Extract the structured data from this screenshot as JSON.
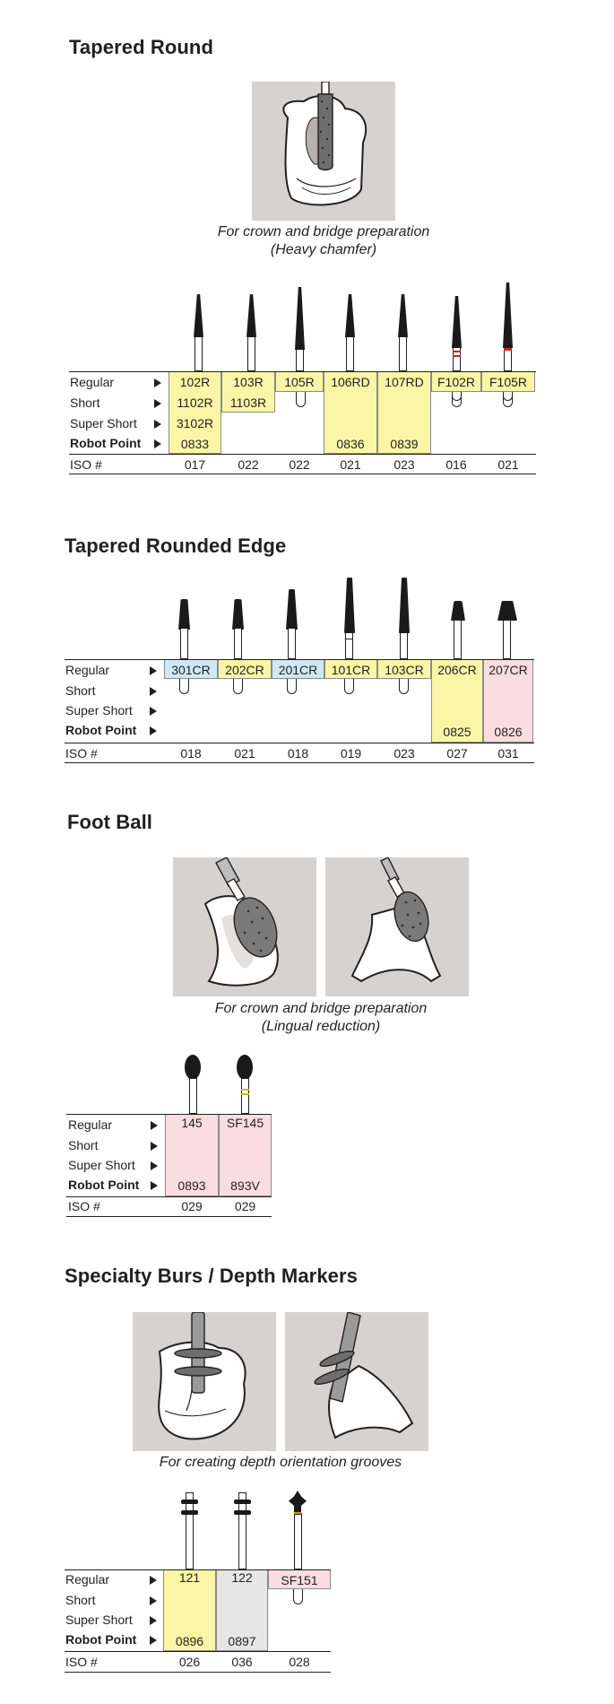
{
  "row_labels": {
    "regular": "Regular",
    "short": "Short",
    "super_short": "Super Short",
    "robot_point": "Robot Point",
    "iso": "ISO #"
  },
  "sections": {
    "tapered_round": {
      "title": "Tapered Round",
      "caption": [
        "For crown and bridge preparation",
        "(Heavy chamfer)"
      ],
      "columns": [
        {
          "regular": "102R",
          "short": "1102R",
          "super_short": "3102R",
          "robot": "0833",
          "iso": "017",
          "color": "#fbf6a6"
        },
        {
          "regular": "103R",
          "short": "1103R",
          "super_short": "",
          "robot": "",
          "iso": "022",
          "color": "#fbf6a6"
        },
        {
          "regular": "105R",
          "short": "",
          "super_short": "",
          "robot": "",
          "iso": "022",
          "color": "#fbf6a6"
        },
        {
          "regular": "106RD",
          "short": "",
          "super_short": "",
          "robot": "0836",
          "iso": "021",
          "color": "#fbf6a6"
        },
        {
          "regular": "107RD",
          "short": "",
          "super_short": "",
          "robot": "0839",
          "iso": "023",
          "color": "#fbf6a6"
        },
        {
          "regular": "F102R",
          "short": "",
          "super_short": "",
          "robot": "",
          "iso": "016",
          "color": "#fbf6a6"
        },
        {
          "regular": "F105R",
          "short": "",
          "super_short": "",
          "robot": "",
          "iso": "021",
          "color": "#fbf6a6"
        }
      ]
    },
    "tapered_rounded_edge": {
      "title": "Tapered Rounded Edge",
      "columns": [
        {
          "regular": "301CR",
          "robot": "",
          "iso": "018",
          "color": "#cfe8f5"
        },
        {
          "regular": "202CR",
          "robot": "",
          "iso": "021",
          "color": "#fbf6a6"
        },
        {
          "regular": "201CR",
          "robot": "",
          "iso": "018",
          "color": "#cfe8f5"
        },
        {
          "regular": "101CR",
          "robot": "",
          "iso": "019",
          "color": "#fbf6a6"
        },
        {
          "regular": "103CR",
          "robot": "",
          "iso": "023",
          "color": "#fbf6a6"
        },
        {
          "regular": "206CR",
          "robot": "0825",
          "iso": "027",
          "color": "#fbf6a6"
        },
        {
          "regular": "207CR",
          "robot": "0826",
          "iso": "031",
          "color": "#f9dde1"
        }
      ]
    },
    "foot_ball": {
      "title": "Foot Ball",
      "caption": [
        "For crown and bridge preparation",
        "(Lingual reduction)"
      ],
      "columns": [
        {
          "regular": "145",
          "robot": "0893",
          "iso": "029",
          "color": "#f9dde1"
        },
        {
          "regular": "SF145",
          "robot": "893V",
          "iso": "029",
          "color": "#f9dde1"
        }
      ]
    },
    "specialty": {
      "title": "Specialty Burs / Depth Markers",
      "caption": [
        "For creating depth orientation grooves"
      ],
      "columns": [
        {
          "regular": "121",
          "robot": "0896",
          "iso": "026",
          "color": "#fbf6a6"
        },
        {
          "regular": "122",
          "robot": "0897",
          "iso": "036",
          "color": "#e6e6e6"
        },
        {
          "regular": "SF151",
          "robot": "",
          "iso": "028",
          "color": "#f9dde1"
        }
      ]
    }
  }
}
